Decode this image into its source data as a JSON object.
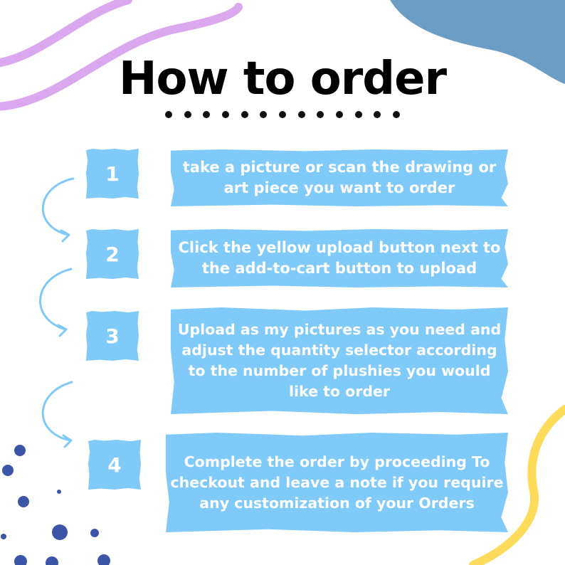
{
  "title": "How to order",
  "colors": {
    "box": "#7fcaf8",
    "box_text": "#ffffff",
    "title": "#000000",
    "purple_swirl": "#dba8ef",
    "blue_blob": "#6c9dc4",
    "yellow_swirl": "#fddc5c",
    "navy_dots": "#3b56a8",
    "arrow": "#7fcaf8"
  },
  "steps": [
    {
      "number": "1",
      "text": "take a picture or scan the drawing or art piece you want to order"
    },
    {
      "number": "2",
      "text": "Click the yellow upload button next to the add-to-cart button to upload"
    },
    {
      "number": "3",
      "text": "Upload as my pictures as you need and adjust the quantity selector according to the number of plushies you would like to order"
    },
    {
      "number": "4",
      "text": "Complete the order by proceeding To checkout and leave a note if you require any customization of your Orders"
    }
  ]
}
